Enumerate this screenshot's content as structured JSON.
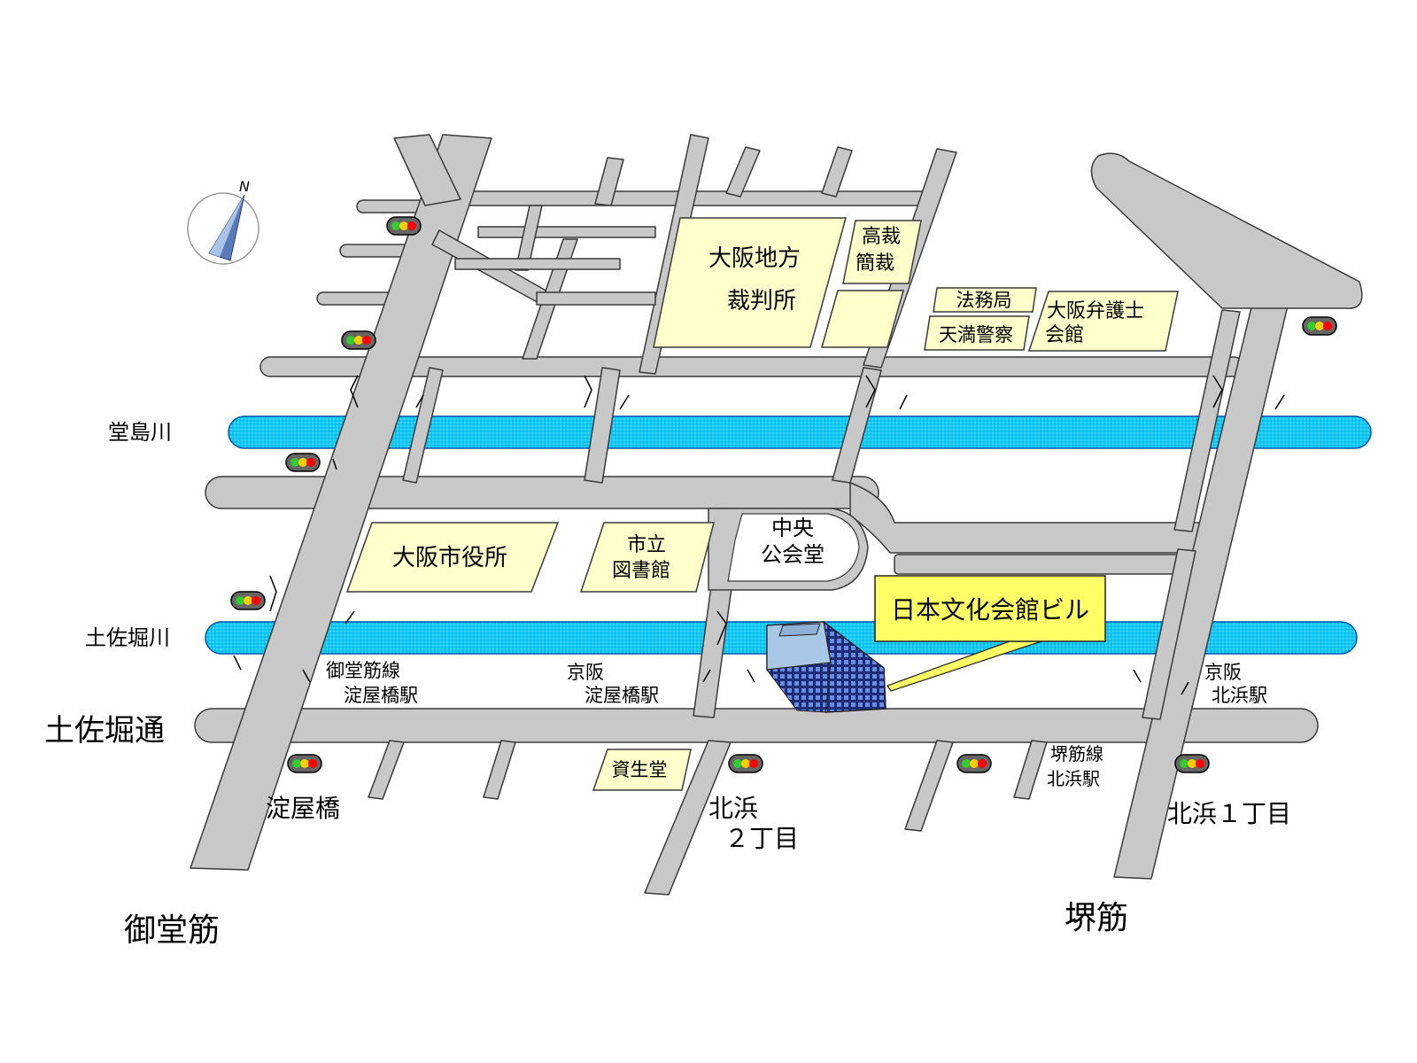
{
  "compass": {
    "north_label": "N",
    "icon": "compass-icon"
  },
  "rivers": {
    "dojima": "堂島川",
    "tosabori": "土佐堀川"
  },
  "roads": {
    "tosabori_dori": "土佐堀通",
    "midosuji": "御堂筋",
    "sakaisuji": "堺筋"
  },
  "buildings": {
    "district_court_1": "大阪地方",
    "district_court_2": "裁判所",
    "high_court_1": "高裁",
    "high_court_2": "簡裁",
    "legal_affairs": "法務局",
    "tenma_police": "天満警察",
    "bar_assoc_1": "大阪弁護士",
    "bar_assoc_2": "会館",
    "city_hall": "大阪市役所",
    "library_1": "市立",
    "library_2": "図書館",
    "public_hall_1": "中央",
    "public_hall_2": "公会堂",
    "shiseido": "資生堂"
  },
  "stations": {
    "midosuji_yodoyabashi_1": "御堂筋線",
    "midosuji_yodoyabashi_2": "淀屋橋駅",
    "keihan_yodoyabashi_1": "京阪",
    "keihan_yodoyabashi_2": "淀屋橋駅",
    "keihan_kitahama_1": "京阪",
    "keihan_kitahama_2": "北浜駅",
    "sakaisuji_kitahama_1": "堺筋線",
    "sakaisuji_kitahama_2": "北浜駅"
  },
  "intersections": {
    "yodoyabashi": "淀屋橋",
    "kitahama2_1": "北浜",
    "kitahama2_2": "２丁目",
    "kitahama1": "北浜１丁目"
  },
  "target": {
    "label": "日本文化会館ビル",
    "icon": "office-building-icon"
  },
  "colors": {
    "road": "#c8c8c8",
    "river": "#00ccff",
    "building_fill": "#ffffcc",
    "target_callout": "#ffff66",
    "signal_red": "#ff0000",
    "signal_yellow": "#ffcc00",
    "signal_green": "#33cc33"
  }
}
